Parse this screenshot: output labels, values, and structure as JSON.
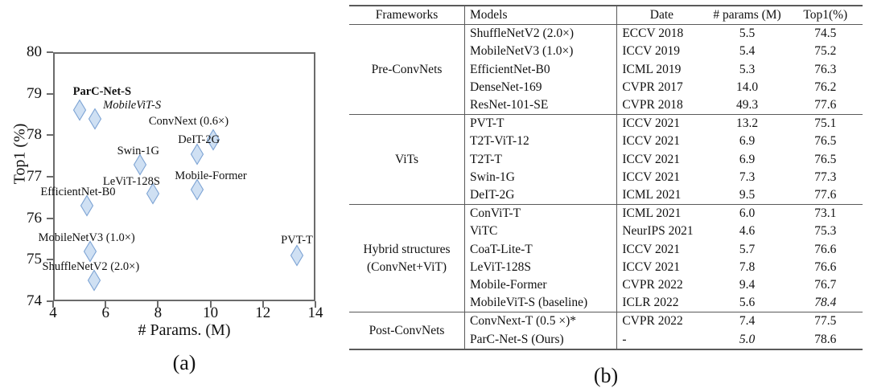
{
  "figure": {
    "caption_a": "(a)",
    "caption_b": "(b)"
  },
  "chart_data": {
    "type": "scatter",
    "title": "",
    "xlabel": "# Params. (M)",
    "ylabel": "Top1 (%)",
    "xlim": [
      4,
      14
    ],
    "ylim": [
      74,
      80
    ],
    "xticks": [
      "4",
      "6",
      "8",
      "10",
      "12",
      "14"
    ],
    "yticks": [
      "74",
      "75",
      "76",
      "77",
      "78",
      "79",
      "80"
    ],
    "grid": false,
    "legend": "none",
    "marker": {
      "shape": "diamond",
      "fill": "#cfe0f3",
      "edge": "#7ca3d4"
    },
    "points": [
      {
        "label": "ParC-Net-S",
        "x": 5.0,
        "y": 78.6,
        "style": "bold",
        "label_dx": -8,
        "label_dy": -30
      },
      {
        "label": "MobileViT-S",
        "x": 5.6,
        "y": 78.4,
        "style": "italic",
        "label_dx": 10,
        "label_dy": -24
      },
      {
        "label": "ConvNext (0.6×)",
        "x": 10.1,
        "y": 77.9,
        "style": "normal",
        "label_dx": -80,
        "label_dy": -30
      },
      {
        "label": "DeIT-2G",
        "x": 9.5,
        "y": 77.55,
        "style": "normal",
        "label_dx": -24,
        "label_dy": -25
      },
      {
        "label": "Swin-1G",
        "x": 7.3,
        "y": 77.3,
        "style": "normal",
        "label_dx": -28,
        "label_dy": -24
      },
      {
        "label": "Mobile-Former",
        "x": 9.5,
        "y": 76.7,
        "style": "normal",
        "label_dx": -28,
        "label_dy": -24
      },
      {
        "label": "LeViT-128S",
        "x": 7.8,
        "y": 76.6,
        "style": "normal",
        "label_dx": -62,
        "label_dy": -22
      },
      {
        "label": "EfficientNet-B0",
        "x": 5.3,
        "y": 76.3,
        "style": "normal",
        "label_dx": -58,
        "label_dy": -24
      },
      {
        "label": "MobileNetV3 (1.0×)",
        "x": 5.4,
        "y": 75.2,
        "style": "normal",
        "label_dx": -64,
        "label_dy": -24
      },
      {
        "label": "ShuffleNetV2 (2.0×)",
        "x": 5.55,
        "y": 74.5,
        "style": "normal",
        "label_dx": -64,
        "label_dy": -24
      },
      {
        "label": "PVT-T",
        "x": 13.3,
        "y": 75.1,
        "style": "normal",
        "label_dx": -20,
        "label_dy": -26
      }
    ]
  },
  "table": {
    "headers": [
      "Frameworks",
      "Models",
      "Date",
      "# params (M)",
      "Top1(%)"
    ],
    "groups": [
      {
        "name": "Pre-ConvNets",
        "rows": [
          {
            "model": "ShuffleNetV2 (2.0×)",
            "date": "ECCV 2018",
            "params": "5.5",
            "top1": "74.5"
          },
          {
            "model": "MobileNetV3 (1.0×)",
            "date": "ICCV 2019",
            "params": "5.4",
            "top1": "75.2"
          },
          {
            "model": "EfficientNet-B0",
            "date": "ICML 2019",
            "params": "5.3",
            "top1": "76.3"
          },
          {
            "model": "DenseNet-169",
            "date": "CVPR 2017",
            "params": "14.0",
            "top1": "76.2"
          },
          {
            "model": "ResNet-101-SE",
            "date": "CVPR 2018",
            "params": "49.3",
            "top1": "77.6"
          }
        ]
      },
      {
        "name": "ViTs",
        "rows": [
          {
            "model": "PVT-T",
            "date": "ICCV 2021",
            "params": "13.2",
            "top1": "75.1"
          },
          {
            "model": "T2T-ViT-12",
            "date": "ICCV 2021",
            "params": "6.9",
            "top1": "76.5"
          },
          {
            "model": "T2T-T",
            "date": "ICCV 2021",
            "params": "6.9",
            "top1": "76.5"
          },
          {
            "model": "Swin-1G",
            "date": "ICCV 2021",
            "params": "7.3",
            "top1": "77.3"
          },
          {
            "model": "DeIT-2G",
            "date": "ICML 2021",
            "params": "9.5",
            "top1": "77.6"
          }
        ]
      },
      {
        "name": "Hybrid structures\n(ConvNet+ViT)",
        "name_line1": "Hybrid structures",
        "name_line2": "(ConvNet+ViT)",
        "rows": [
          {
            "model": "ConViT-T",
            "date": "ICML 2021",
            "params": "6.0",
            "top1": "73.1"
          },
          {
            "model": "ViTC",
            "date": "NeurIPS 2021",
            "params": "4.6",
            "params_style": "bold",
            "top1": "75.3"
          },
          {
            "model": "CoaT-Lite-T",
            "date": "ICCV 2021",
            "params": "5.7",
            "top1": "76.6"
          },
          {
            "model": "LeViT-128S",
            "date": "ICCV 2021",
            "params": "7.8",
            "top1": "76.6"
          },
          {
            "model": "Mobile-Former",
            "date": "CVPR 2022",
            "params": "9.4",
            "top1": "76.7"
          },
          {
            "model": "MobileViT-S (baseline)",
            "date": "ICLR 2022",
            "params": "5.6",
            "top1": "78.4",
            "top1_style": "italic"
          }
        ]
      },
      {
        "name": "Post-ConvNets",
        "rows": [
          {
            "model": "ConvNext-T (0.5 ×)*",
            "date": "CVPR 2022",
            "params": "7.4",
            "top1": "77.5"
          },
          {
            "model": "ParC-Net-S  (Ours)",
            "date": "-",
            "params": "5.0",
            "params_style": "italic",
            "top1": "78.6",
            "top1_style": "bold"
          }
        ]
      }
    ]
  }
}
